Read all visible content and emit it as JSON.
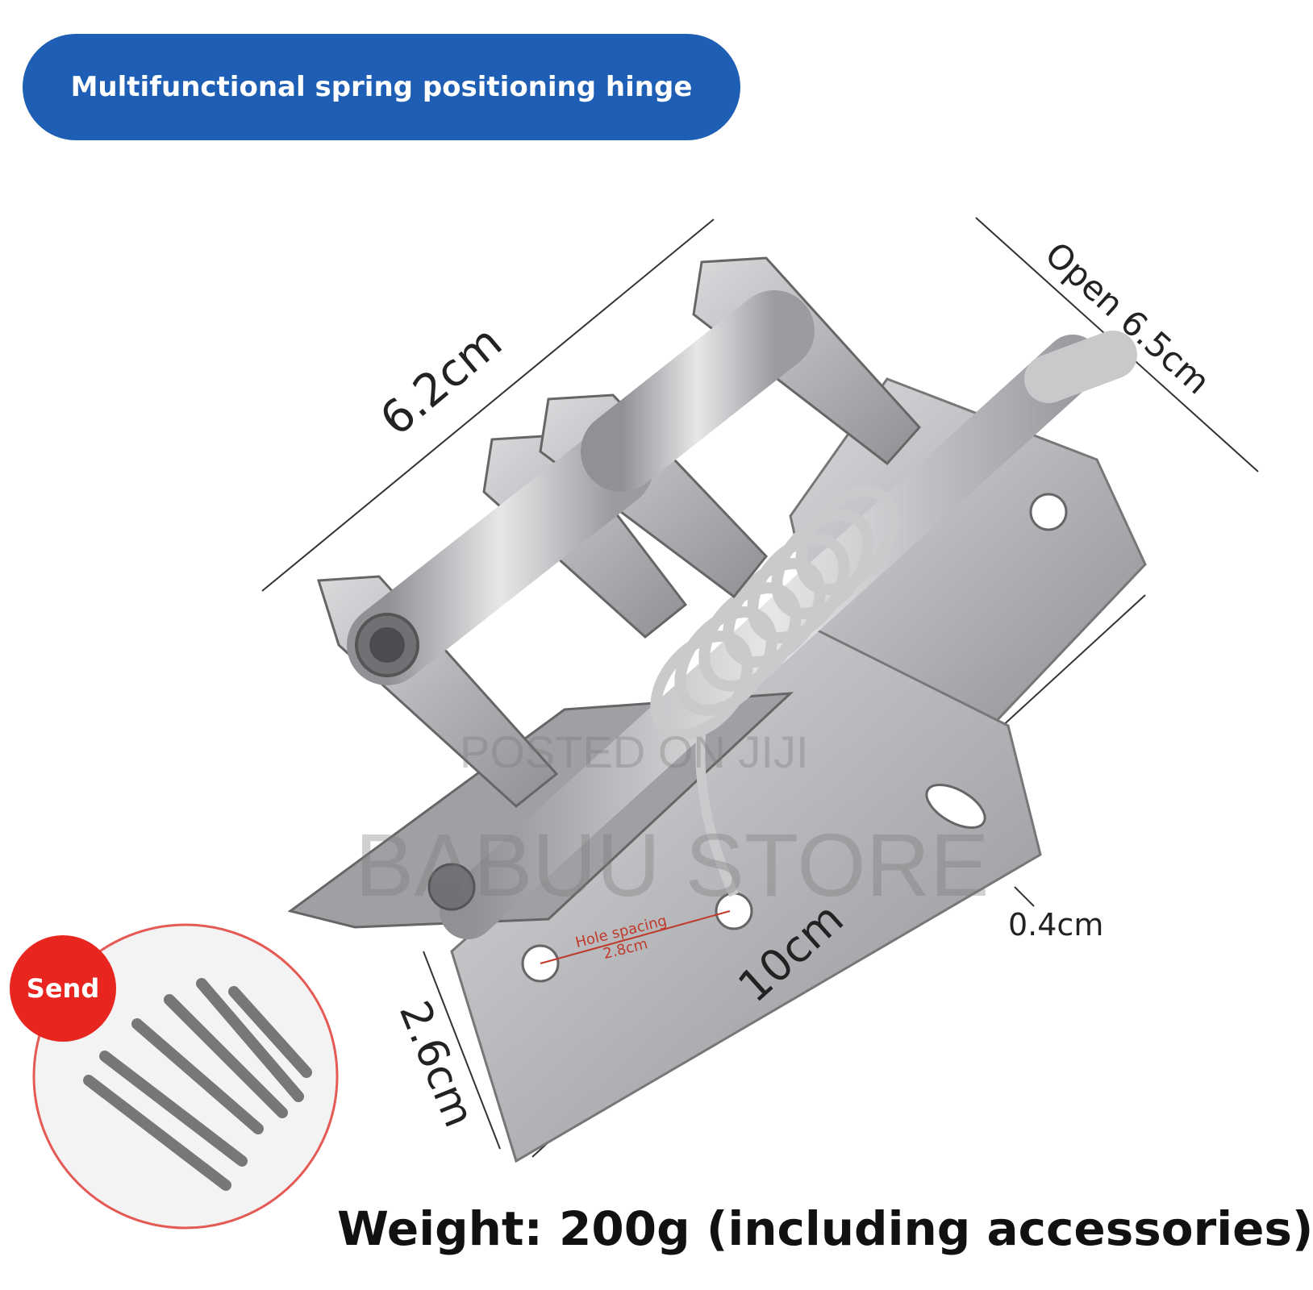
{
  "banner": {
    "title": "Multifunctional spring positioning hinge"
  },
  "dimensions": {
    "length_top": "6.2cm",
    "open": "Open 6.5cm",
    "length_bottom": "10cm",
    "width": "2.6cm",
    "thickness": "0.4cm",
    "hole_spacing_line1": "Hole spacing",
    "hole_spacing_line2": "2.8cm"
  },
  "watermark": {
    "posted": "POSTED ON JIJI",
    "store": "BABUU STORE"
  },
  "accessory": {
    "badge": "Send"
  },
  "footer": {
    "weight": "Weight: 200g (including accessories)"
  },
  "colors": {
    "banner": "#1e5fb5",
    "badge": "#e8261f",
    "metal": "#b9bbbd"
  }
}
